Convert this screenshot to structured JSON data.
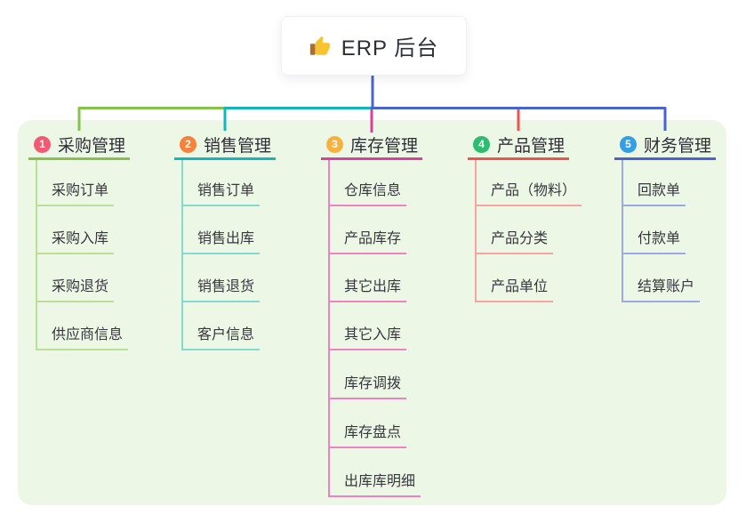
{
  "root": {
    "label": "ERP 后台",
    "icon": "thumbs-up-icon",
    "line_color": "#4a63d2"
  },
  "panel": {
    "bg_color": "#edf7e6"
  },
  "branches": [
    {
      "badge": "1",
      "title": "采购管理",
      "color": "#85c34b",
      "light_color": "#bcdf97",
      "badge_color": "#f25a73",
      "children": [
        "采购订单",
        "采购入库",
        "采购退货",
        "供应商信息"
      ]
    },
    {
      "badge": "2",
      "title": "销售管理",
      "color": "#12b7bd",
      "light_color": "#84dad2",
      "badge_color": "#f5813b",
      "children": [
        "销售订单",
        "销售出库",
        "销售退货",
        "客户信息"
      ]
    },
    {
      "badge": "3",
      "title": "库存管理",
      "color": "#d7439c",
      "light_color": "#ee82c3",
      "badge_color": "#f8b13c",
      "children": [
        "仓库信息",
        "产品库存",
        "其它出库",
        "其它入库",
        "库存调拨",
        "库存盘点",
        "出库库明细"
      ]
    },
    {
      "badge": "4",
      "title": "产品管理",
      "color": "#f1534e",
      "light_color": "#f7a3a0",
      "badge_color": "#2cbd70",
      "children": [
        "产品（物料）",
        "产品分类",
        "产品单位"
      ]
    },
    {
      "badge": "5",
      "title": "财务管理",
      "color": "#4a63d2",
      "light_color": "#9aaae9",
      "badge_color": "#2f9fe8",
      "children": [
        "回款单",
        "付款单",
        "结算账户"
      ]
    }
  ]
}
